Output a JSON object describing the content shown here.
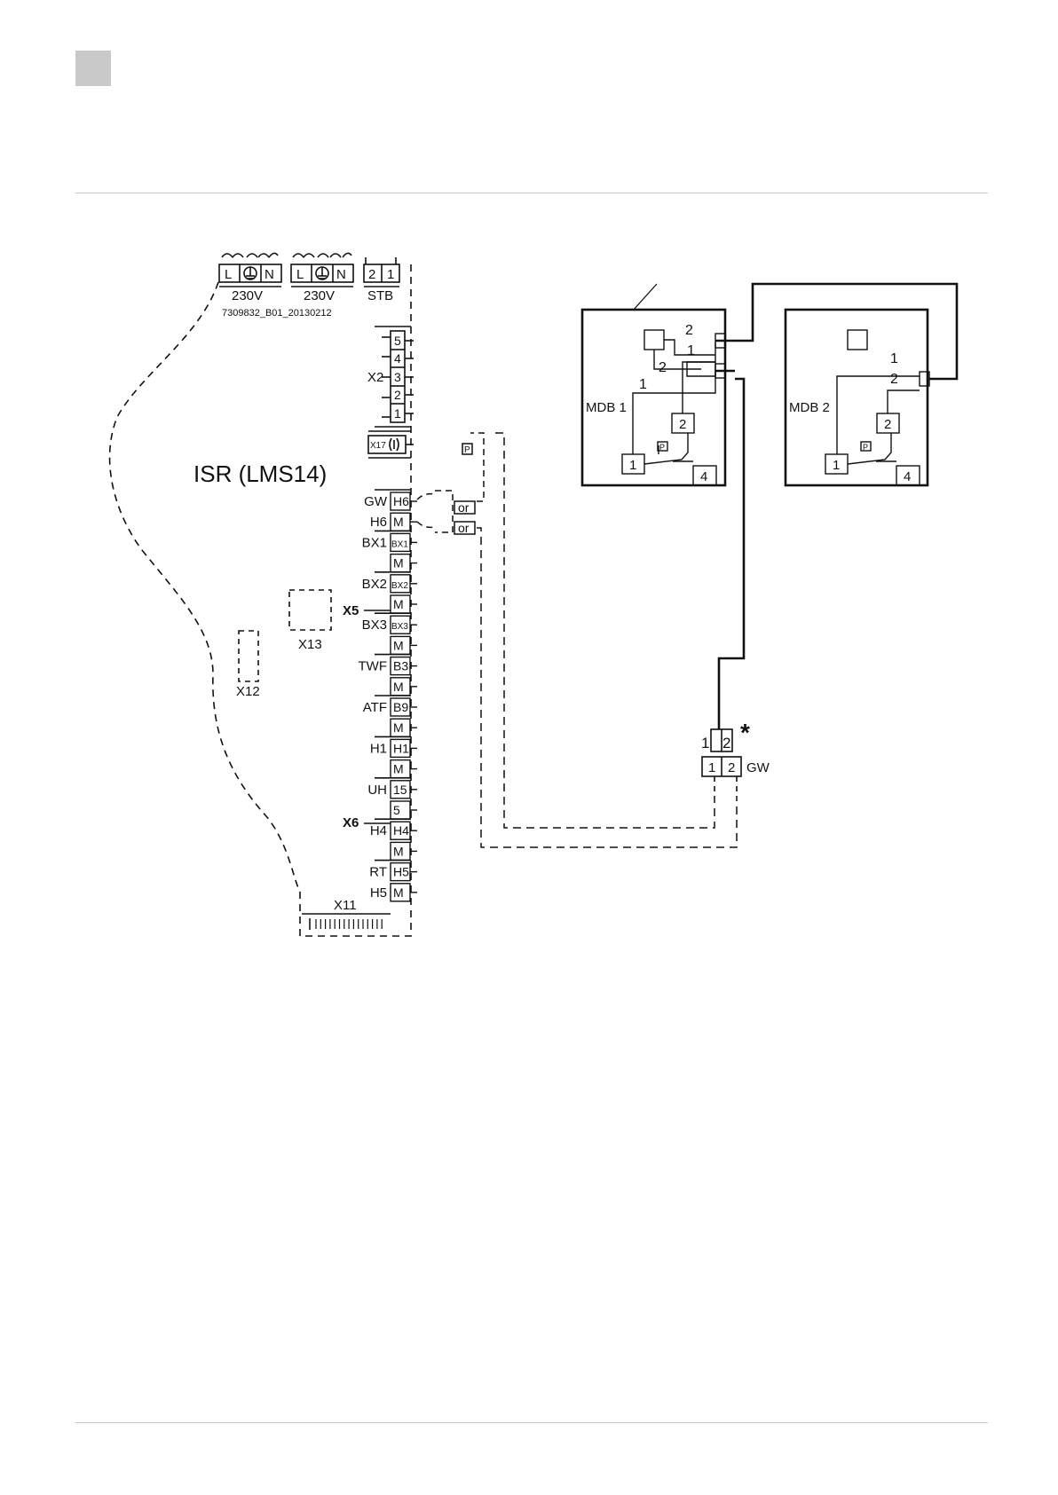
{
  "board": {
    "title": "ISR (LMS14)",
    "serial": "7309832_B01_20130212",
    "mains": {
      "left": {
        "label": "230V",
        "pins": [
          "L",
          "N"
        ]
      },
      "right": {
        "label": "230V",
        "pins": [
          "L",
          "N"
        ]
      }
    },
    "stb": {
      "label": "STB",
      "pins": [
        "2",
        "1"
      ]
    },
    "x2": {
      "label": "X2",
      "pins": [
        "5",
        "4",
        "3",
        "2",
        "1"
      ]
    },
    "x17": {
      "label": "X17"
    },
    "x5_label": "X5",
    "x6_label": "X6",
    "x11_label": "X11",
    "x12_label": "X12",
    "x13_label": "X13",
    "connectors": [
      {
        "name": "GW",
        "pin": "H6"
      },
      {
        "name": "H6",
        "pin": "M"
      },
      {
        "name": "BX1",
        "pin": "BX1"
      },
      {
        "name": "",
        "pin": "M"
      },
      {
        "name": "BX2",
        "pin": "BX2"
      },
      {
        "name": "",
        "pin": "M"
      },
      {
        "name": "BX3",
        "pin": "BX3"
      },
      {
        "name": "",
        "pin": "M"
      },
      {
        "name": "TWF",
        "pin": "B3"
      },
      {
        "name": "",
        "pin": "M"
      },
      {
        "name": "ATF",
        "pin": "B9"
      },
      {
        "name": "",
        "pin": "M"
      },
      {
        "name": "H1",
        "pin": "H1"
      },
      {
        "name": "",
        "pin": "M"
      },
      {
        "name": "UH",
        "pin": "15"
      },
      {
        "name": "",
        "pin": "5"
      },
      {
        "name": "H4",
        "pin": "H4"
      },
      {
        "name": "",
        "pin": "M"
      },
      {
        "name": "RT",
        "pin": "H5"
      },
      {
        "name": "H5",
        "pin": "M"
      }
    ],
    "or_labels": [
      "or",
      "or"
    ],
    "p_label": "P"
  },
  "mdb1": {
    "label": "MDB 1",
    "terminals": [
      "1",
      "2",
      "4"
    ],
    "wire_labels": [
      "2",
      "1",
      "2",
      "1"
    ],
    "p_label": "P"
  },
  "mdb2": {
    "label": "MDB 2",
    "terminals": [
      "1",
      "2",
      "4"
    ],
    "wire_labels": [
      "1",
      "2"
    ],
    "p_label": "P"
  },
  "gateway": {
    "label": "GW",
    "upper_pins": [
      "1",
      "2"
    ],
    "lower_pins": [
      "1",
      "2"
    ],
    "asterisk": "*"
  },
  "colors": {
    "ink": "#111111",
    "rule": "#c8c8c8",
    "header_square": "#c9c9c9"
  }
}
